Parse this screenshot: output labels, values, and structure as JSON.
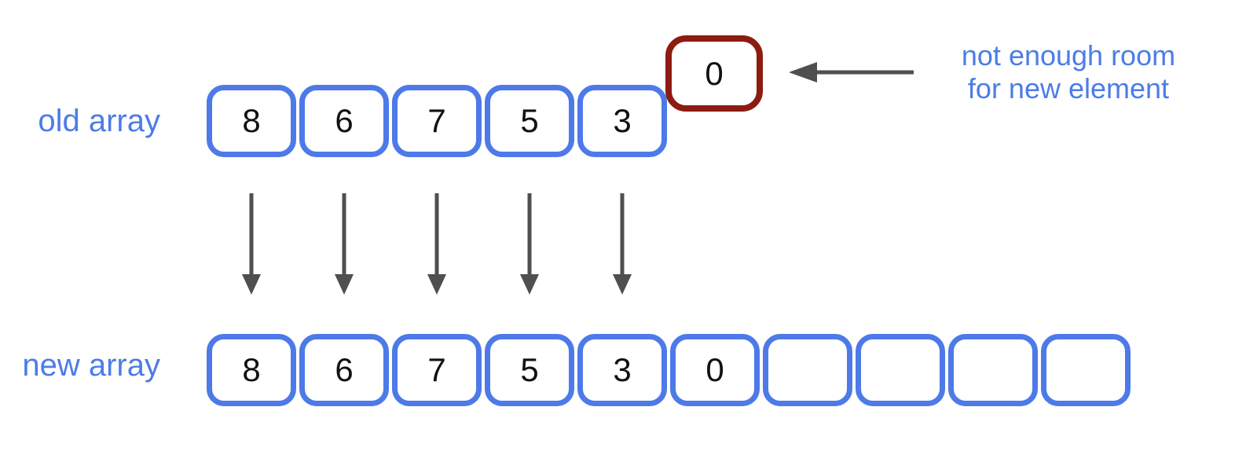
{
  "diagram": {
    "old_array": {
      "label": "old array",
      "values": [
        "8",
        "6",
        "7",
        "5",
        "3"
      ]
    },
    "overflow_box": {
      "value": "0"
    },
    "annotation": {
      "line1": "not enough room",
      "line2": "for new element"
    },
    "new_array": {
      "label": "new array",
      "values": [
        "8",
        "6",
        "7",
        "5",
        "3",
        "0",
        "",
        "",
        "",
        ""
      ]
    },
    "colors": {
      "blue": "#4D7AE8",
      "red": "#8C1B11",
      "arrow": "#4F4F4F",
      "label_blue": "#4C7CE8",
      "number": "#111111",
      "bg": "#FFFFFF"
    }
  }
}
